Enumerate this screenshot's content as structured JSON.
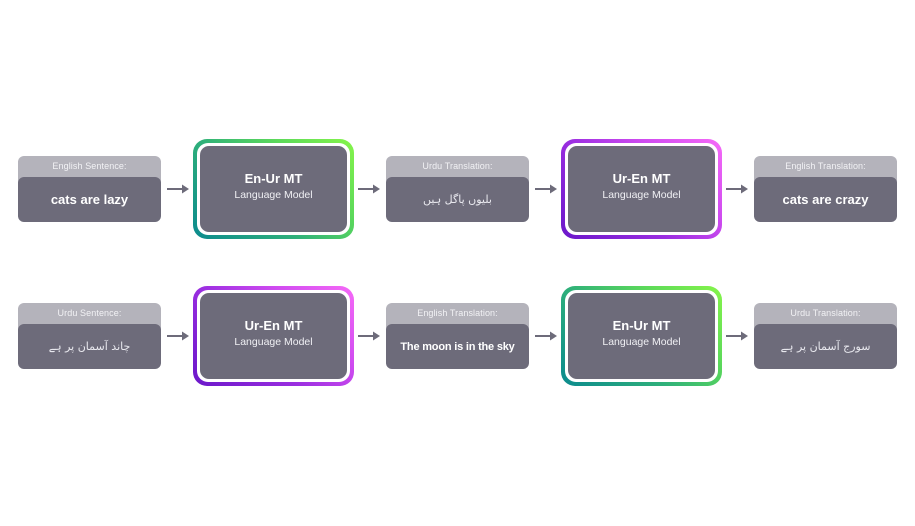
{
  "colors": {
    "text_box_header": "#b4b3bb",
    "text_box_body": "#6d6b7a",
    "arrow": "#6d6b7a",
    "en_ur_gradient": [
      "#0b8a8e",
      "#86f54a"
    ],
    "ur_en_gradient": [
      "#6a17c9",
      "#f66af7"
    ]
  },
  "rows": [
    {
      "input": {
        "label": "English Sentence:",
        "text": "cats are lazy",
        "lang": "en"
      },
      "model_1": {
        "title": "En-Ur MT",
        "subtitle": "Language Model",
        "style": "green"
      },
      "intermediate": {
        "label": "Urdu Translation:",
        "text": "بلیوں پاگل ہیں",
        "lang": "ur"
      },
      "model_2": {
        "title": "Ur-En MT",
        "subtitle": "Language Model",
        "style": "purple"
      },
      "output": {
        "label": "English Translation:",
        "text": "cats are crazy",
        "lang": "en"
      }
    },
    {
      "input": {
        "label": "Urdu Sentence:",
        "text": "چاند آسمان پر ہے",
        "lang": "ur"
      },
      "model_1": {
        "title": "Ur-En MT",
        "subtitle": "Language Model",
        "style": "purple"
      },
      "intermediate": {
        "label": "English Translation:",
        "text": "The moon is in the sky",
        "lang": "en"
      },
      "model_2": {
        "title": "En-Ur MT",
        "subtitle": "Language Model",
        "style": "green"
      },
      "output": {
        "label": "Urdu Translation:",
        "text": "سورج آسمان پر ہے",
        "lang": "ur"
      }
    }
  ],
  "arrow_icon": "right-arrow-icon"
}
